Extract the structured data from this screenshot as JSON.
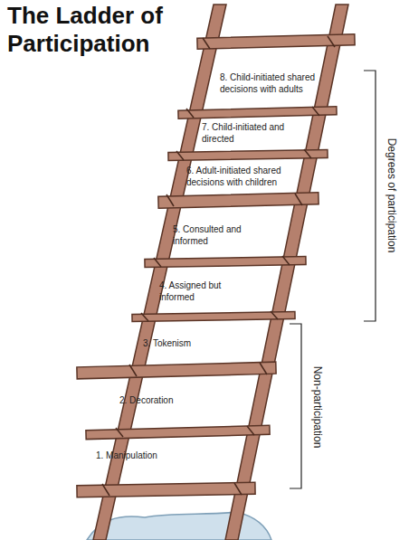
{
  "diagram": {
    "title": "The Ladder of Participation",
    "labels": [
      "8. Child-initiated shared decisions with adults",
      "Degrees of participation",
      "7. Child-initiated and directed",
      "6. Adult-initiated shared decisions with children",
      "5. Consulted and informed",
      "4. Assigned but informed",
      "3. Tokenism",
      "Non-participation",
      "2. Decoration",
      "1. Manipulation"
    ]
  }
}
